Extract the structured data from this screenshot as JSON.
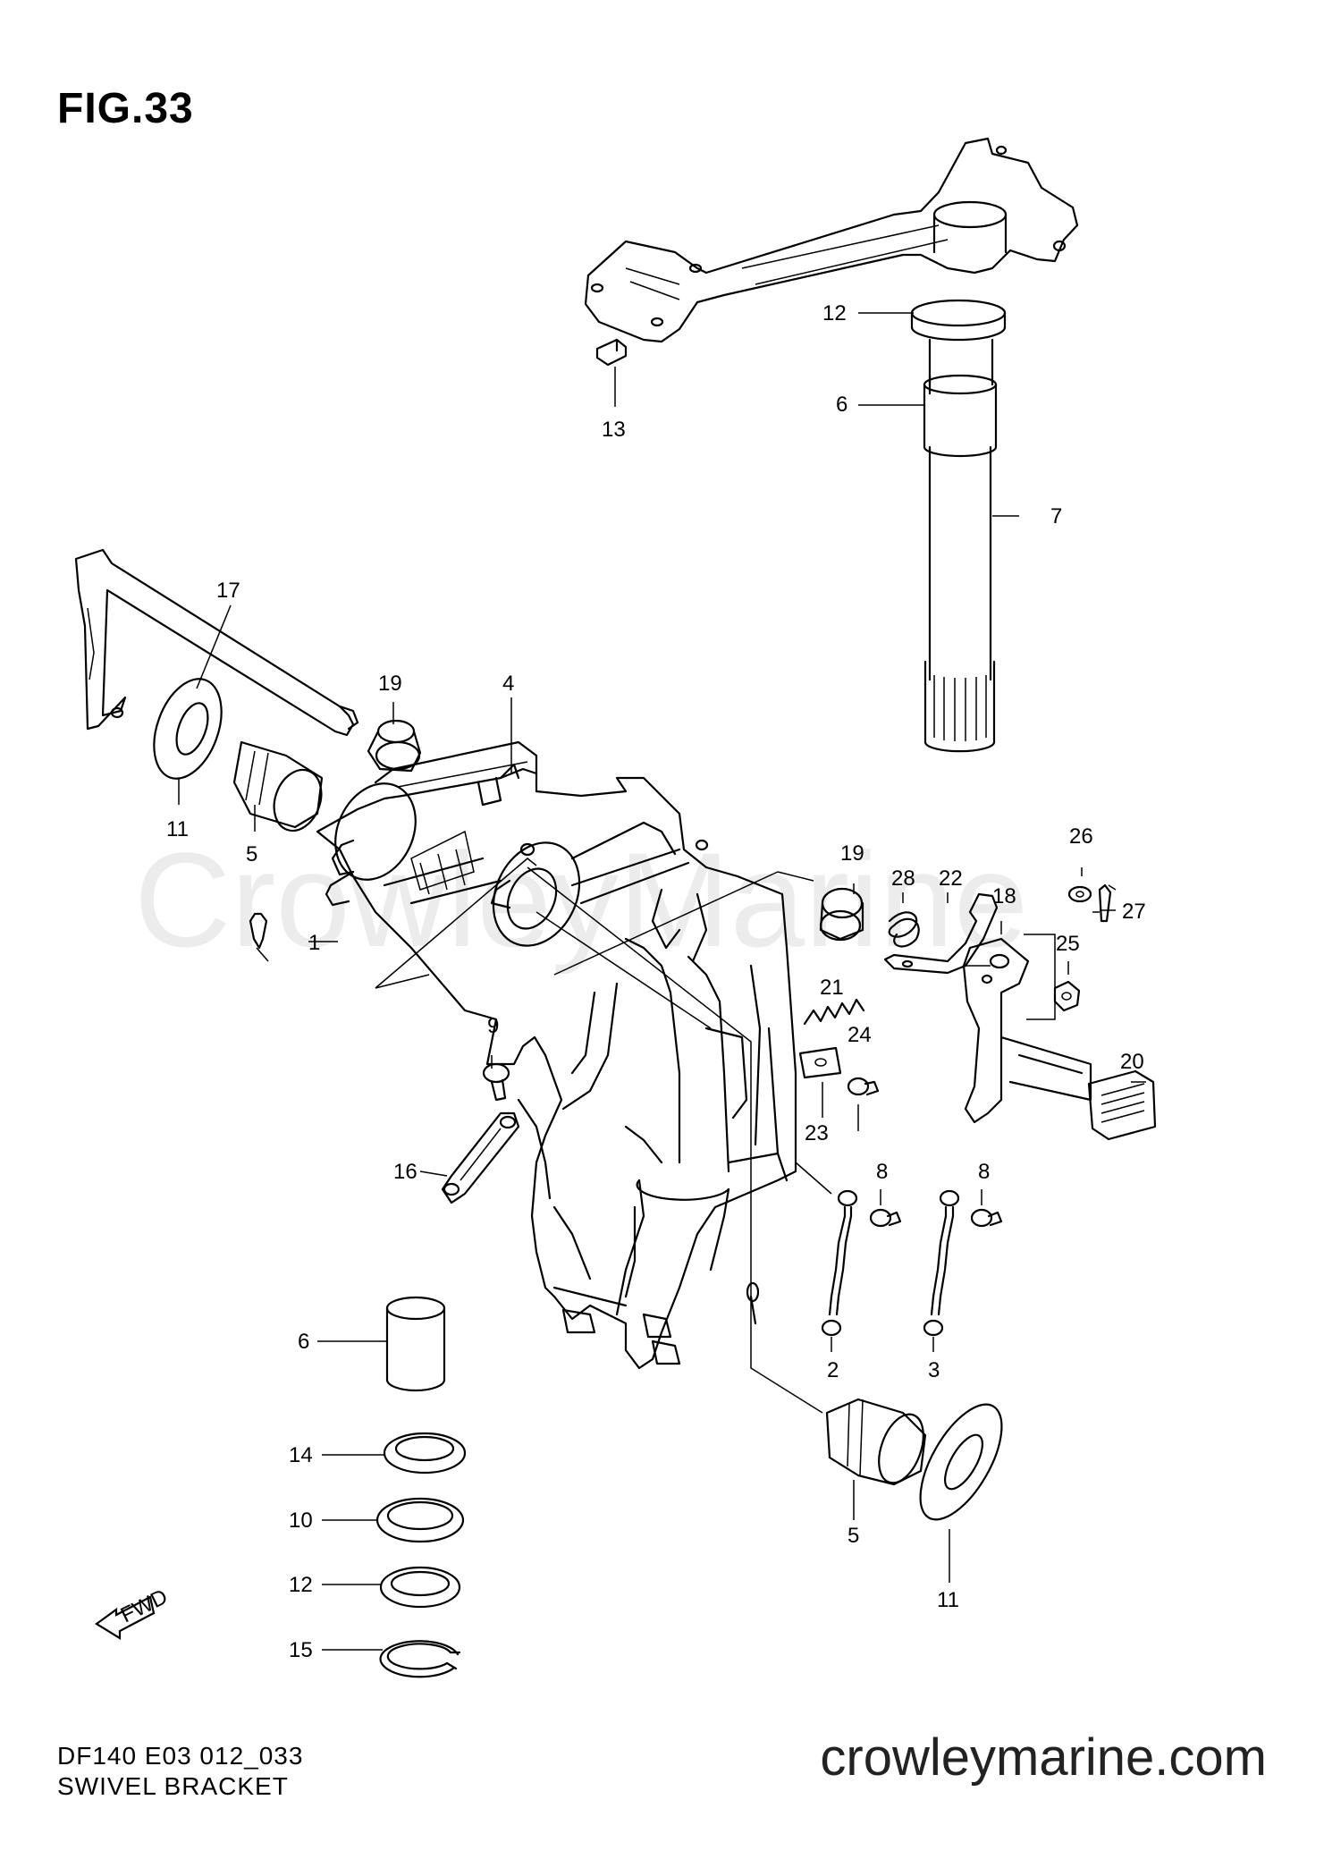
{
  "figure_label": "FIG.33",
  "watermark": "CrowleyMarine",
  "footer": {
    "code": "DF140 E03 012_033",
    "caption": "SWIVEL BRACKET",
    "site": "crowleymarine.com"
  },
  "fwd_badge": "FWD",
  "callouts": {
    "c12a": "12",
    "c6a": "6",
    "c13": "13",
    "c7": "7",
    "c17": "17",
    "c19a": "19",
    "c4": "4",
    "c11a": "11",
    "c5a": "5",
    "c1": "1",
    "c19b": "19",
    "c28": "28",
    "c22": "22",
    "c26": "26",
    "c18": "18",
    "c27": "27",
    "c25": "25",
    "c21": "21",
    "c9": "9",
    "c24": "24",
    "c20": "20",
    "c23": "23",
    "c16": "16",
    "c8a": "8",
    "c8b": "8",
    "c6b": "6",
    "c2": "2",
    "c3": "3",
    "c14": "14",
    "c10": "10",
    "c12b": "12",
    "c5b": "5",
    "c11b": "11",
    "c15": "15"
  }
}
